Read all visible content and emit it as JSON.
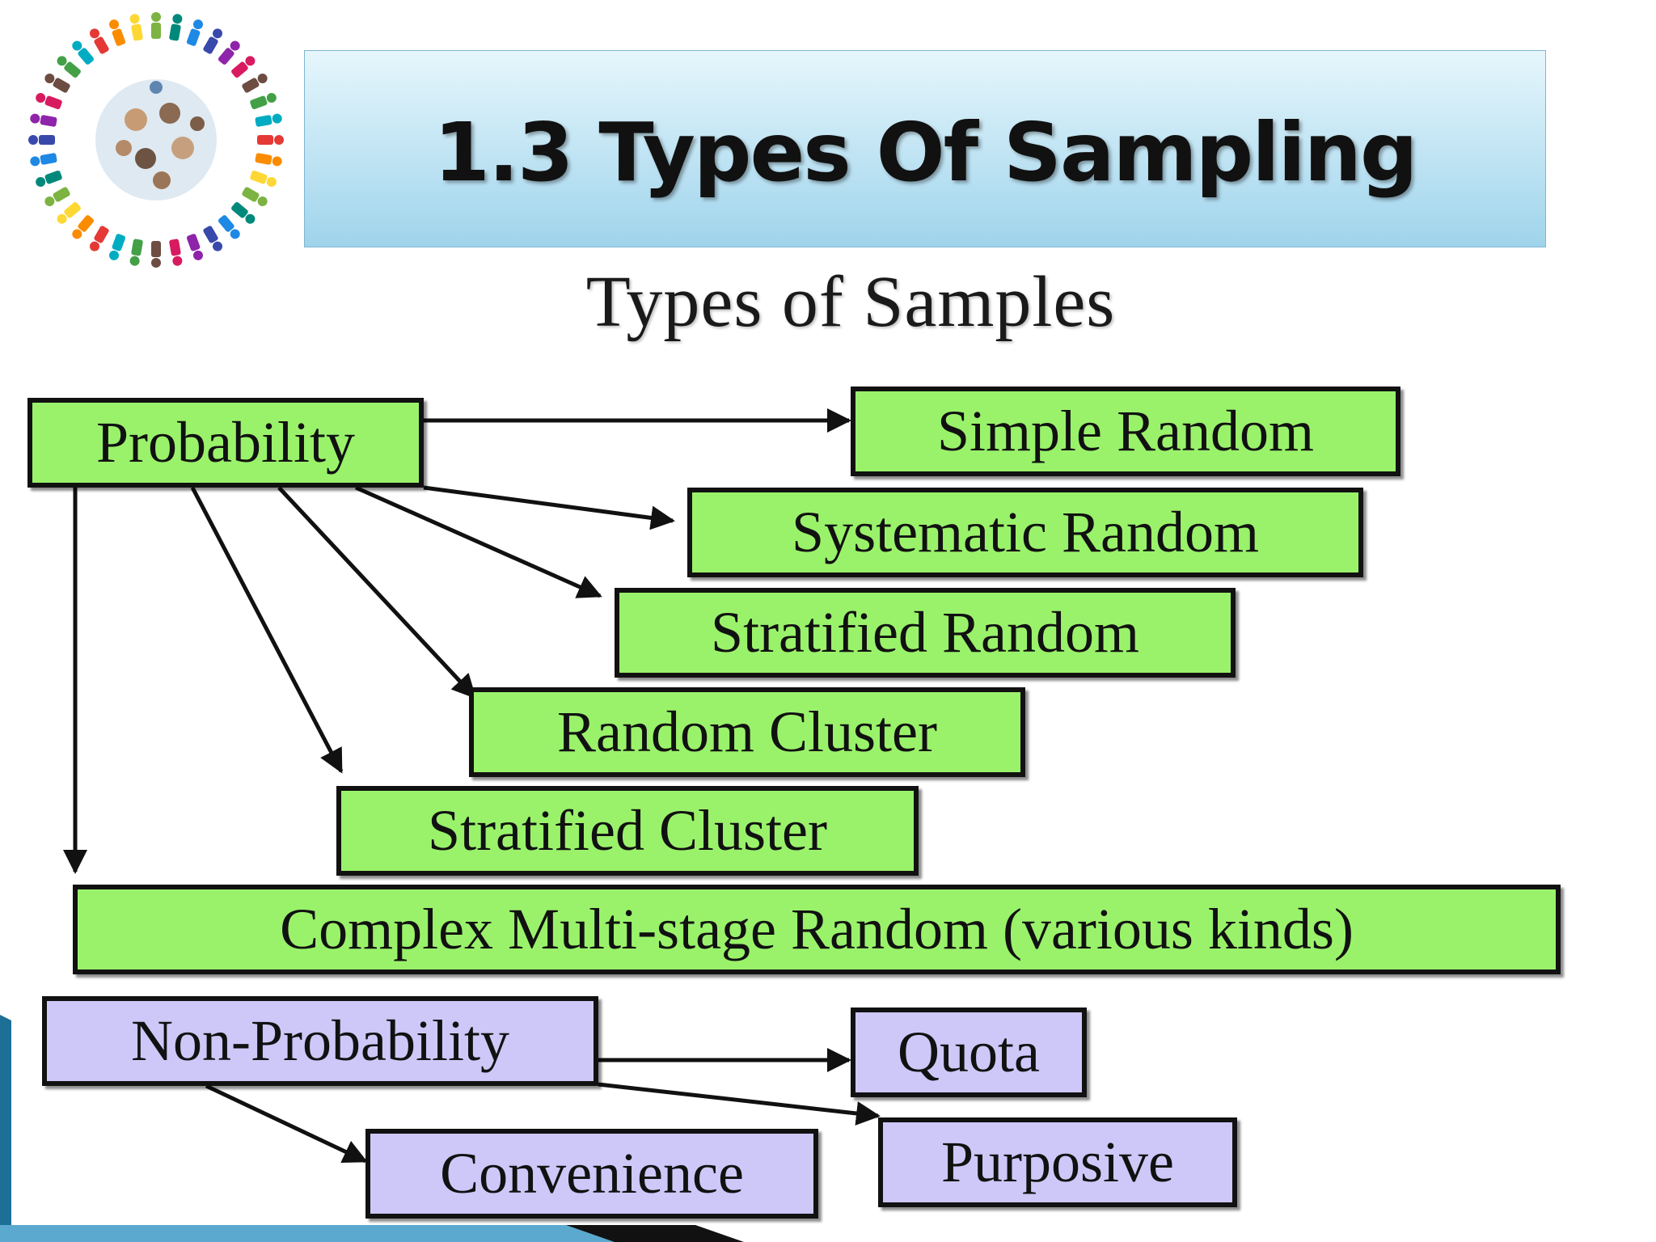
{
  "title": "1.3 Types Of Sampling",
  "subtitle": "Types of Samples",
  "colors": {
    "probability_fill": "#9af26b",
    "non_probability_fill": "#cdc8f8",
    "banner_top": "#e6f6fc",
    "banner_bottom": "#9fd4ec"
  },
  "logo": {
    "icon": "people-circle-logo-icon"
  },
  "probability": {
    "label": "Probability",
    "types": [
      "Simple Random",
      "Systematic Random",
      "Stratified Random",
      "Random Cluster",
      "Stratified Cluster",
      "Complex Multi-stage Random (various kinds)"
    ]
  },
  "non_probability": {
    "label": "Non-Probability",
    "types": [
      "Quota",
      "Purposive",
      "Convenience"
    ]
  }
}
